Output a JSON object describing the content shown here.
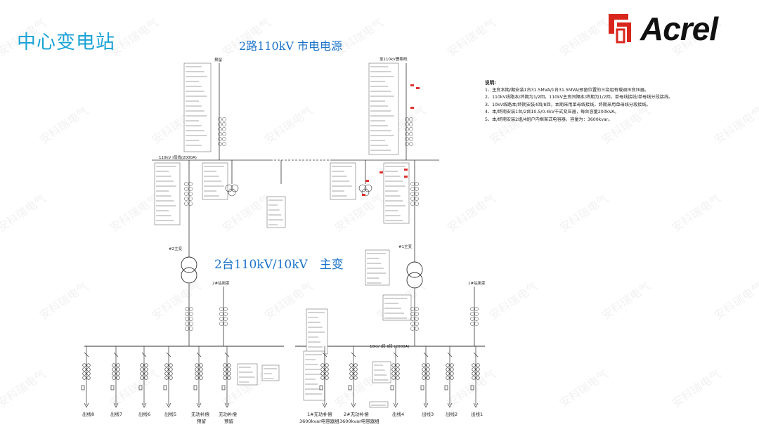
{
  "title": "中心变电站",
  "logo": {
    "text": "Acrel"
  },
  "watermark": "安科瑞电气",
  "headings": {
    "source": "2路110kV 市电电源",
    "transformer": "2台110kV/10kV　主变"
  },
  "incoming": {
    "left": "预留",
    "right": "至110kV曹翔线"
  },
  "busbar_110kv": "110kV I母线(2000A)",
  "busbar_10kv": "10kV Ⅰ段 Ⅱ段 (2000A)",
  "transformers": {
    "left": "#2主变",
    "right": "#1主变"
  },
  "station_transformers": {
    "left": "2#站用变",
    "right": "1#站用变"
  },
  "notes": {
    "head": "说明:",
    "items": [
      "1、主变本期/期安装1台31.5MVA/1台31.5MVA/预留位置的三绕组有载调压变压器。",
      "2、110kV线路本/终期为1/2回，110kV主变间隔本/终期为1/2回，单母线接线/单母线分段接线。",
      "3、10kV线路本/终期安装4回/8回，本期采用单母线接线，终期采用单母线分段接线。",
      "4、本/终期安装1台/2台10.5/0.4kV干式变压器，每台容量200kVA。",
      "5、本/终期安装2组/4组户内框架式电容器，容量为：3600kvar。"
    ]
  },
  "feeders": [
    {
      "label": "出线8"
    },
    {
      "label": "出线7"
    },
    {
      "label": "出线6"
    },
    {
      "label": "出线5"
    },
    {
      "label": "无功补偿",
      "sub": "预留"
    },
    {
      "label": "无功补偿",
      "sub": "预留"
    },
    {
      "label": "1#无功补偿",
      "sub": "3600kvar电容器组"
    },
    {
      "label": "2#无功补偿",
      "sub": "3600kvar电容器组"
    },
    {
      "label": "出线4"
    },
    {
      "label": "出线3"
    },
    {
      "label": "出线2"
    },
    {
      "label": "出线1"
    }
  ],
  "colors": {
    "accent_blue": "#1aa3d6",
    "heading_blue": "#1a73c9",
    "logo_red": "#d9261c",
    "line": "#333333",
    "breaker_red": "#e03030"
  }
}
